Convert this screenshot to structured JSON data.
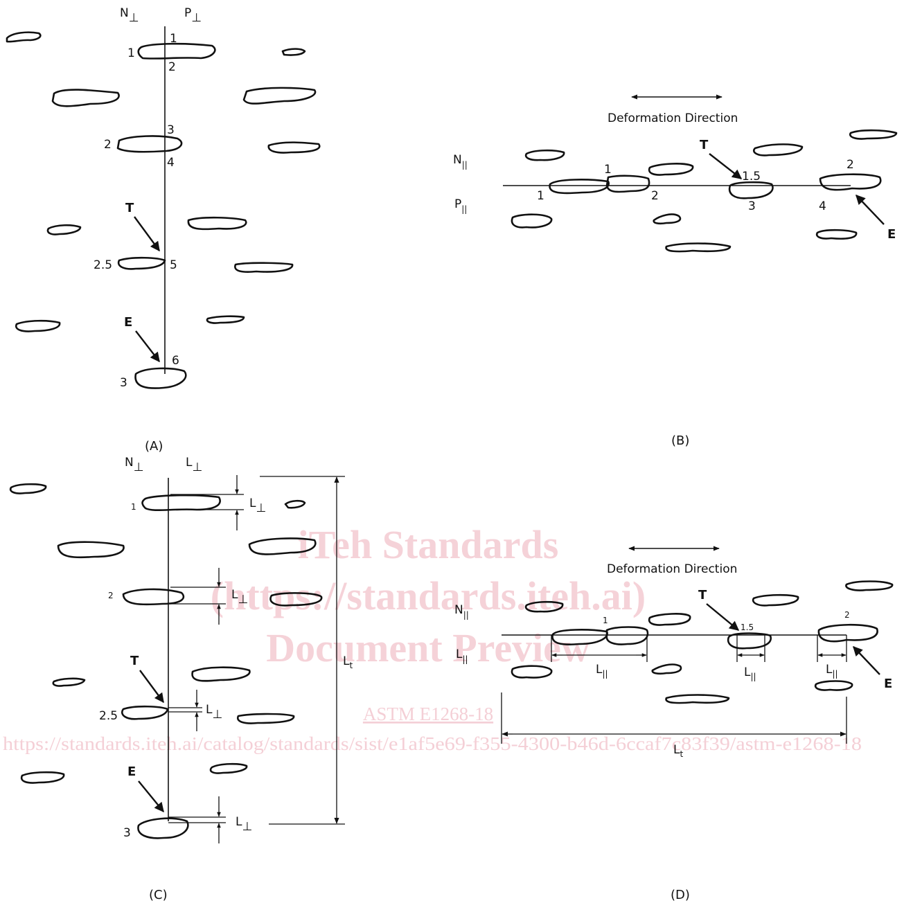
{
  "watermark": {
    "line1": "iTeh Standards",
    "line2": "(https://standards.iteh.ai)",
    "line3": "Document Preview",
    "doc_id": "ASTM E1268-18",
    "url": "https://standards.iteh.ai/catalog/standards/sist/e1af5e69-f355-4300-b46d-6ccaf7c83f39/astm-e1268-18"
  },
  "panel_a": {
    "caption": "(A)",
    "label_n": "N",
    "label_p": "P",
    "perp": "⊥",
    "obj1": "1",
    "obj2": "2",
    "obj3": "2.5",
    "obj4": "3",
    "p1": "1",
    "p2": "2",
    "p3": "3",
    "p4": "4",
    "p5": "5",
    "p6": "6",
    "t_label": "T",
    "e_label": "E"
  },
  "panel_b": {
    "caption": "(B)",
    "deformation": "Deformation Direction",
    "label_n": "N",
    "label_p": "P",
    "par": "||",
    "obj1": "1",
    "obj2": "1.5",
    "obj3": "2",
    "p1": "1",
    "p2": "2",
    "p3": "3",
    "p4": "4",
    "t_label": "T",
    "e_label": "E"
  },
  "panel_c": {
    "caption": "(C)",
    "label_n": "N",
    "label_l": "L",
    "perp": "⊥",
    "obj1": "1",
    "obj2": "2",
    "obj3": "2.5",
    "obj4": "3",
    "l_label": "L",
    "lt_label": "L",
    "lt_sub": "t",
    "t_label": "T",
    "e_label": "E"
  },
  "panel_d": {
    "caption": "(D)",
    "deformation": "Deformation Direction",
    "label_n": "N",
    "label_l": "L",
    "par": "||",
    "obj1": "1",
    "obj2": "1.5",
    "obj3": "2",
    "l_label": "L",
    "lt_label": "L",
    "lt_sub": "t",
    "t_label": "T",
    "e_label": "E"
  }
}
